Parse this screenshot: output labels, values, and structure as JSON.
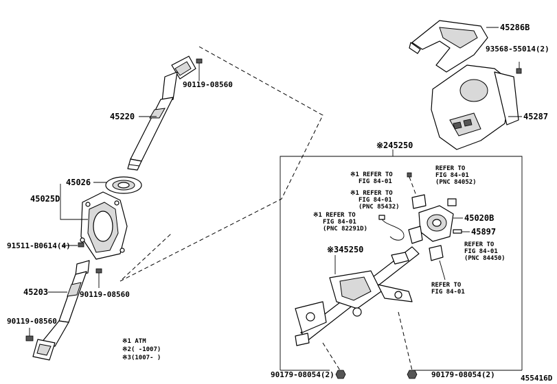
{
  "diagram_id": "455416D",
  "labels": {
    "p45286b": "45286B",
    "p93568": "93568-55014(2)",
    "p45287": "45287",
    "p90119_top": "90119-08560",
    "p45220": "45220",
    "p245250": "※245250",
    "p45026": "45026",
    "p45025d": "45025D",
    "p91511": "91511-B0614(4)",
    "p45203": "45203",
    "p90119_mid": "90119-08560",
    "p90119_bot": "90119-08560",
    "p45020b": "45020B",
    "p45897": "45897",
    "p345250": "※345250",
    "p90179_left": "90179-08054(2)",
    "p90179_right": "90179-08054(2)"
  },
  "refs": {
    "r1": {
      "l1": "※1 REFER TO",
      "l2": "FIG 84-01"
    },
    "r2": {
      "l1": "REFER TO",
      "l2": "FIG 84-01",
      "l3": "(PNC 84052)"
    },
    "r3": {
      "l1": "※1 REFER TO",
      "l2": "FIG 84-01",
      "l3": "(PNC 85432)"
    },
    "r4": {
      "l1": "※1 REFER TO",
      "l2": "FIG 84-01",
      "l3": "(PNC 82291D)"
    },
    "r5": {
      "l1": "REFER TO",
      "l2": "FIG 84-01",
      "l3": "(PNC 84450)"
    },
    "r6": {
      "l1": "REFER TO",
      "l2": "FIG 84-01"
    }
  },
  "legend": {
    "l1": "※1 ATM",
    "l2": "※2(     -1007)",
    "l3": "※3(1007-     )"
  },
  "colors": {
    "ink": "#000000",
    "paper": "#ffffff",
    "shade": "#d9d9d9"
  }
}
